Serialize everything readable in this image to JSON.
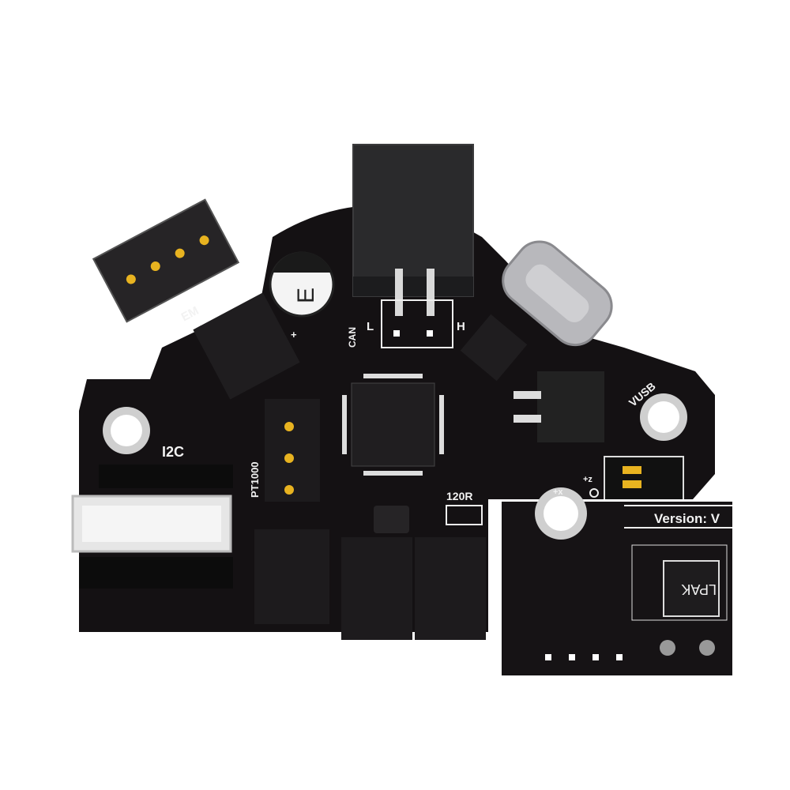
{
  "board": {
    "labels": {
      "i2c": "I2C",
      "pt1000": "PT1000",
      "em": "EM",
      "can": "CAN",
      "can_low": "L",
      "can_high": "H",
      "vusb": "VUSB",
      "termination": "120R",
      "axis_x": "+x",
      "axis_z": "+z",
      "capacitor_mark": "E",
      "plus_mark": "+"
    },
    "inset": {
      "version": "Version: V",
      "chip_mark": "LPAK"
    },
    "colors": {
      "pcb": "#141113",
      "silkscreen": "#f2f2f2",
      "gold": "#e8b320",
      "usb": "#b8b8bc",
      "connector": "#2a2a2c"
    }
  }
}
